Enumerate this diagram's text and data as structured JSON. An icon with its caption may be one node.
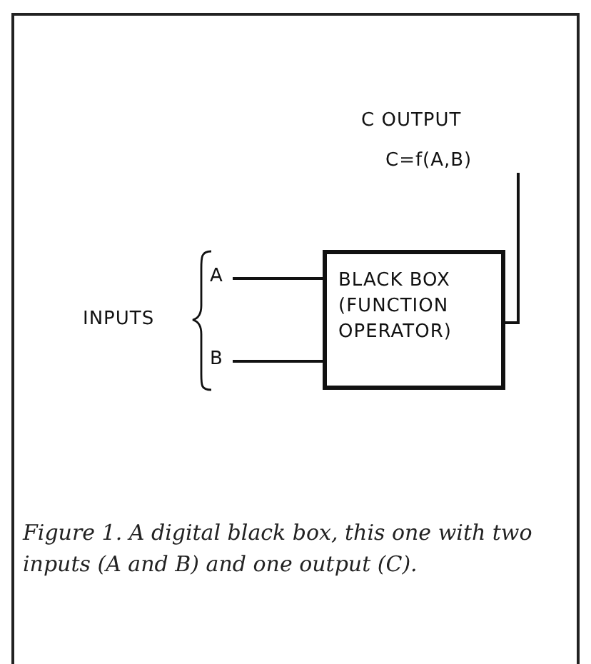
{
  "diagram": {
    "caption": "Figure 1. A digital black box, this one with two inputs (A and B) and one output (C).",
    "nodes": [
      {
        "text": [
          "A"
        ]
      },
      {
        "text": [
          "B"
        ]
      },
      {
        "text": [
          "BLACK BOX (FUNCTION OPERATOR)"
        ]
      },
      {
        "text": [
          "C OUTPUT",
          "C=f(A,B)"
        ]
      }
    ],
    "edges": [
      {
        "from": 0,
        "to": 2,
        "arrow": "none"
      },
      {
        "from": 1,
        "to": 2,
        "arrow": "none"
      },
      {
        "from": 2,
        "to": 3,
        "arrow": "none"
      }
    ],
    "labels": [
      "INPUTS"
    ]
  }
}
